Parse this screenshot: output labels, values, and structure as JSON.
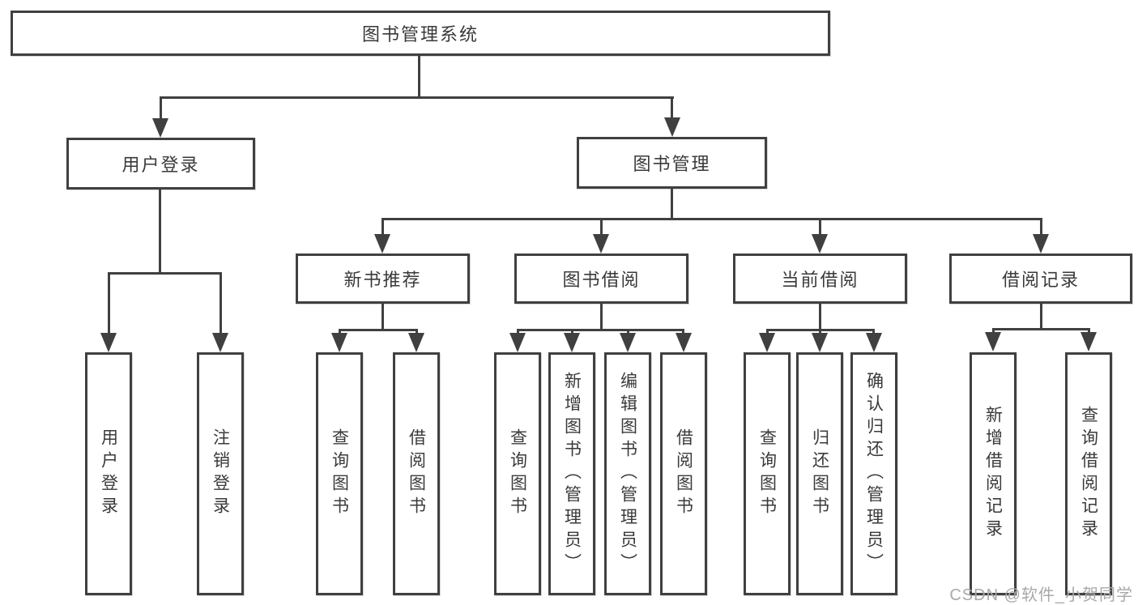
{
  "colors": {
    "line": "#404040",
    "text": "#3a3a3a",
    "background": "#ffffff",
    "watermark": "#a9a9a9"
  },
  "diagram": {
    "root": {
      "label": "图书管理系统"
    },
    "level2": [
      {
        "label": "用户登录"
      },
      {
        "label": "图书管理"
      }
    ],
    "level3": [
      {
        "label": "新书推荐"
      },
      {
        "label": "图书借阅"
      },
      {
        "label": "当前借阅"
      },
      {
        "label": "借阅记录"
      }
    ],
    "leaves": {
      "user_login": [
        {
          "label": "用户登录"
        },
        {
          "label": "注销登录"
        }
      ],
      "new_book": [
        {
          "label": "查询图书"
        },
        {
          "label": "借阅图书"
        }
      ],
      "book_borrow": [
        {
          "label": "查询图书"
        },
        {
          "label": "新增图书（管理员）"
        },
        {
          "label": "编辑图书（管理员）"
        },
        {
          "label": "借阅图书"
        }
      ],
      "current_borrow": [
        {
          "label": "查询图书"
        },
        {
          "label": "归还图书"
        },
        {
          "label": "确认归还（管理员）"
        }
      ],
      "records": [
        {
          "label": "新增借阅记录"
        },
        {
          "label": "查询借阅记录"
        }
      ]
    }
  },
  "watermark": {
    "text": "CSDN @软件_小贺同学"
  }
}
